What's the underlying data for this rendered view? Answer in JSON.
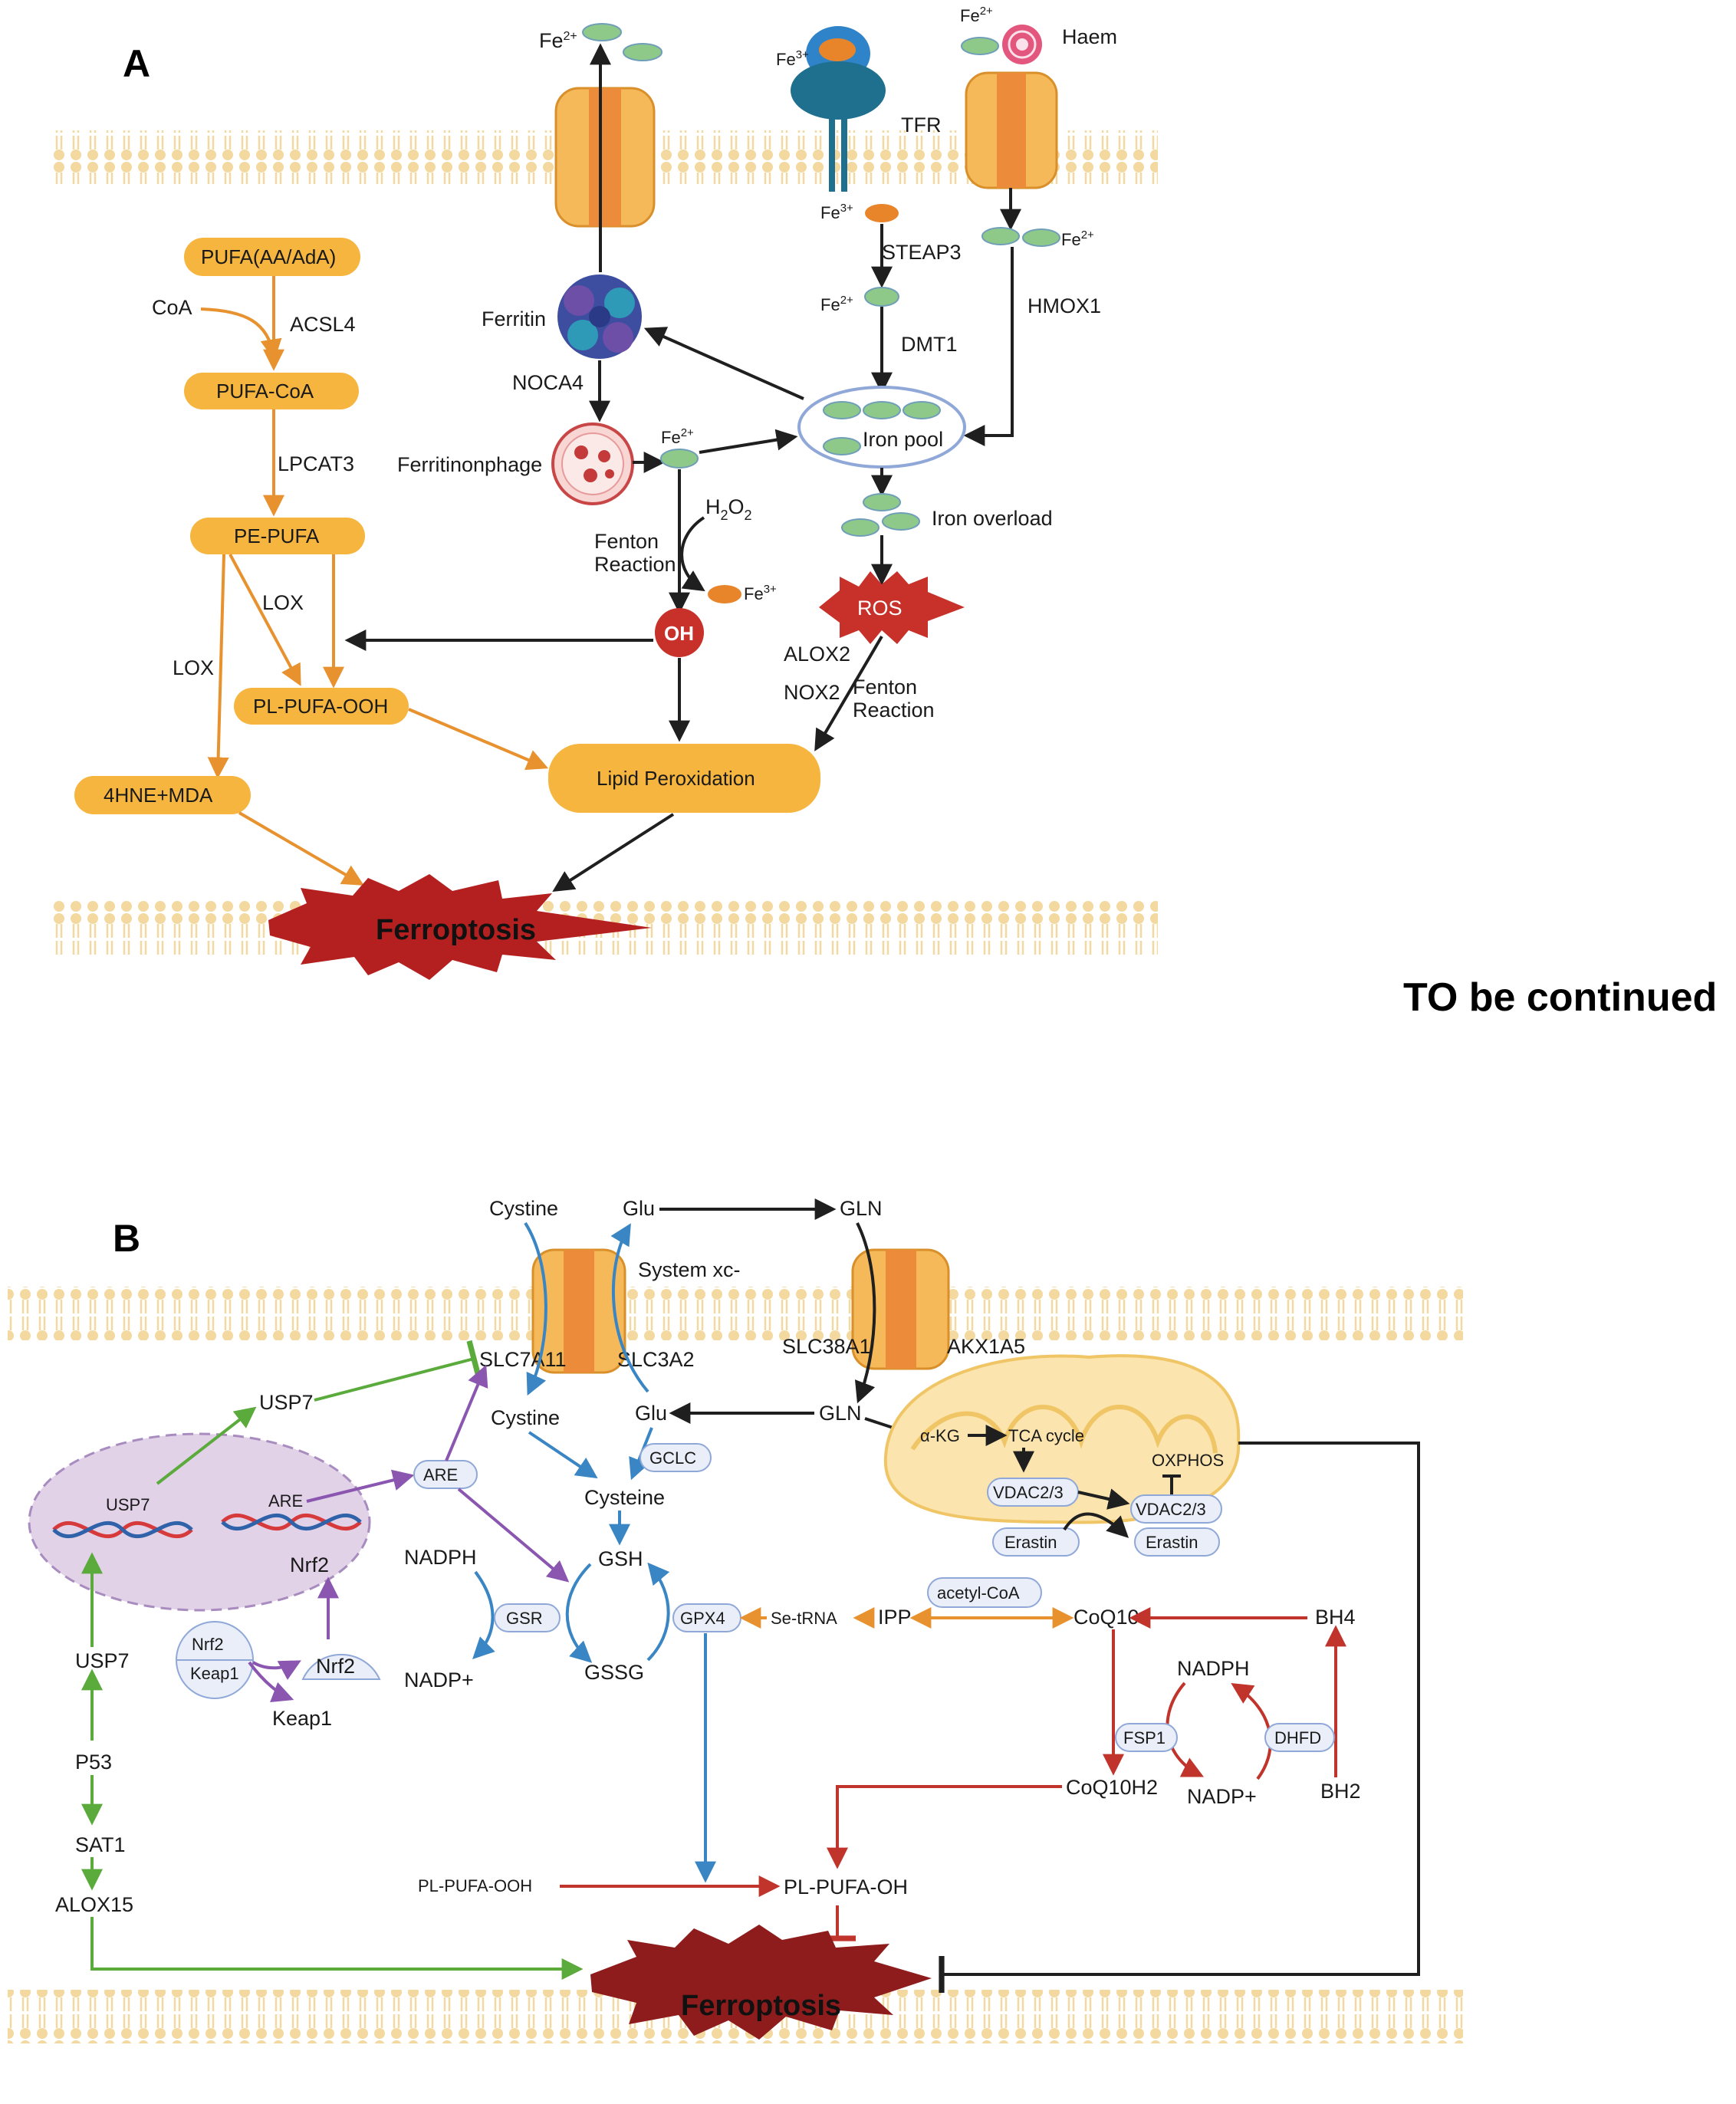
{
  "panelA": {
    "letter": "A",
    "fe2_top": "Fe",
    "fe2_sup": "2+",
    "fe3_sup": "3+",
    "fe3": "Fe",
    "tf": "TF",
    "tfr": "TFR",
    "haem": "Haem",
    "steap3": "STEAP3",
    "dmt1": "DMT1",
    "hmox1": "HMOX1",
    "ferritin": "Ferritin",
    "noca4": "NOCA4",
    "ferritinophage": "Ferritinonphage",
    "h2o2": "H",
    "h2o2_sub": "2",
    "h2o2_o": "O",
    "fenton1": "Fenton",
    "reaction1": "Reaction",
    "oh": "OH",
    "iron_pool": "Iron pool",
    "iron_overload": "Iron overload",
    "ros": "ROS",
    "alox2": "ALOX2",
    "nox2": "NOX2",
    "fenton2": "Fenton",
    "reaction2": "Reaction",
    "pufa": "PUFA(AA/AdA)",
    "coa": "CoA",
    "acsl4": "ACSL4",
    "pufa_coa": "PUFA-CoA",
    "lpcat3": "LPCAT3",
    "pe_pufa": "PE-PUFA",
    "lox1": "LOX",
    "lox2": "LOX",
    "pl_pufa_ooh": "PL-PUFA-OOH",
    "hne_mda": "4HNE+MDA",
    "lipid_perox": "Lipid Peroxidation",
    "ferroptosis": "Ferroptosis"
  },
  "continued": "TO be continued",
  "panelB": {
    "letter": "B",
    "cystine_top": "Cystine",
    "glu_top": "Glu",
    "gln_top": "GLN",
    "system_xc": "System xc-",
    "slc7a11": "SLC7A11",
    "slc3a2": "SLC3A2",
    "slc38a1": "SLC38A1",
    "akx1a5": "AKX1A5",
    "cystine_in": "Cystine",
    "glu_in": "Glu",
    "gln_in": "GLN",
    "usp7_top": "USP7",
    "are_box": "ARE",
    "gclc": "GCLC",
    "cysteine": "Cysteine",
    "nadph_left": "NADPH",
    "gsh": "GSH",
    "gsr": "GSR",
    "gpx4": "GPX4",
    "nadp_left": "NADP+",
    "gssg": "GSSG",
    "usp7_nuc": "USP7",
    "are_nuc": "ARE",
    "nrf2_nuc": "Nrf2",
    "nrf2_a": "Nrf2",
    "keap1_a": "Keap1",
    "nrf2_b": "Nrf2",
    "keap1_b": "Keap1",
    "usp7_mid": "USP7",
    "p53": "P53",
    "sat1": "SAT1",
    "alox15": "ALOX15",
    "akg": "α-KG",
    "tca": "TCA cycle",
    "oxphos": "OXPHOS",
    "vdac_a": "VDAC2/3",
    "vdac_b": "VDAC2/3",
    "erastin_a": "Erastin",
    "erastin_b": "Erastin",
    "acetyl_coa": "acetyl-CoA",
    "se_trna": "Se-tRNA",
    "ipp": "IPP",
    "coq10": "CoQ10",
    "bh4": "BH4",
    "nadph_right": "NADPH",
    "fsp1": "FSP1",
    "dhfd": "DHFD",
    "coq10h2": "CoQ10H2",
    "nadp_right": "NADP+",
    "bh2": "BH2",
    "pl_pufa_ooh": "PL-PUFA-OOH",
    "pl_pufa_oh": "PL-PUFA-OH",
    "ferroptosis": "Ferroptosis"
  },
  "colors": {
    "orange": "#e8922f",
    "black": "#1f1f1f",
    "blue": "#3a86c4",
    "purple": "#8a56b0",
    "green": "#5aaa3c",
    "red": "#c0342c",
    "membrane": "#f6dfa8",
    "box_fill": "#f5b53f",
    "iron_green": "#8fc98a",
    "iron_orange": "#e8842a",
    "ros_red": "#c8302a"
  }
}
